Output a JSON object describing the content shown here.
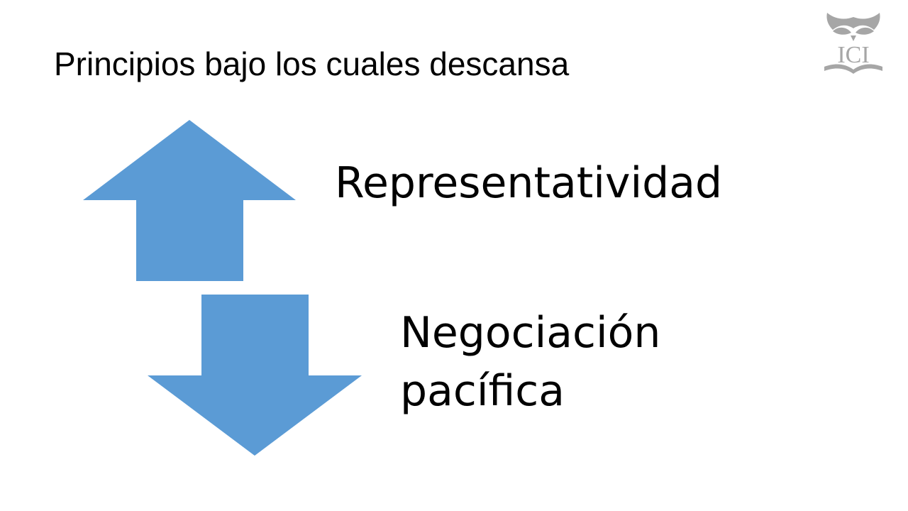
{
  "title": "Principios bajo los cuales descansa",
  "logo": {
    "icon": "owl-book-logo-icon",
    "text": "ICI",
    "color": "#a6a6a6"
  },
  "diagram": {
    "arrow_color": "#5b9bd5",
    "items": [
      {
        "direction": "up",
        "icon": "arrow-up-icon",
        "label": "Representatividad"
      },
      {
        "direction": "down",
        "icon": "arrow-down-icon",
        "label": "Negociación pacífica"
      }
    ]
  }
}
